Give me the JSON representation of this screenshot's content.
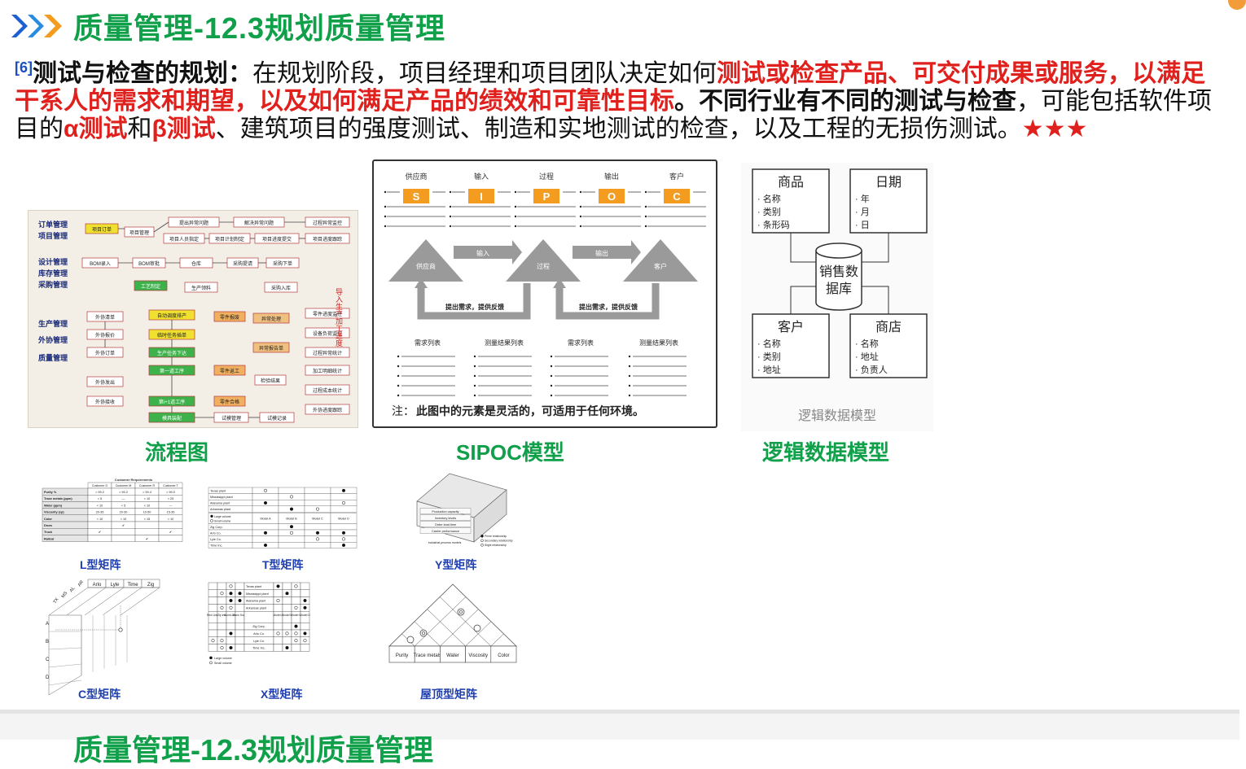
{
  "header": {
    "title": "质量管理-12.3规划质量管理",
    "accent_color": "#10a04a",
    "icon": "triple-chevron-icon"
  },
  "paragraph": {
    "ref": "[6]",
    "lead": "测试与检查的规划：",
    "text1": "在规划阶段，项目经理和项目团队决定如何",
    "red1": "测试或检查产品、可交付成果或服务，以满足干系人的需求和期望，以及如何满足产品的绩效和可靠性目标",
    "bold2": "。不同行业有不同的测试与检查",
    "text2": "，可能包括软件项目的",
    "red2": "α测试",
    "text3": "和",
    "red3": "β测试",
    "text4": "、建筑项目的强度测试、制造和实地测试的检查，以及工程的无损伤测试。",
    "stars": "★★★",
    "highlight_color": "#e0201c"
  },
  "captions": {
    "flow": "流程图",
    "sipoc": "SIPOC模型",
    "ldm": "逻辑数据模型",
    "l": "L型矩阵",
    "t": "T型矩阵",
    "y": "Y型矩阵",
    "c": "C型矩阵",
    "x": "X型矩阵",
    "roof": "屋顶型矩阵"
  },
  "flowchart": {
    "left_labels": [
      "订单管理",
      "项目管理",
      "设计管理",
      "库存管理",
      "采购管理",
      "生产管理",
      "外协管理",
      "质量管理"
    ],
    "nodes": [
      "项目订单",
      "项目管理",
      "提出异常问题",
      "解决异常问题",
      "过程异常监控",
      "项目人员指定",
      "项目计划制定",
      "项目进度提交",
      "项目进度跟踪",
      "BOM录入",
      "BOM审批",
      "仓库",
      "采购提请",
      "采购下单",
      "工艺制定",
      "生产领料",
      "采购入库",
      "零件进度监控",
      "外协清单",
      "自动调度排产",
      "零件报废",
      "异常处理",
      "设备负荷监控",
      "外协报价",
      "临时任务插单",
      "过程异常统计",
      "外协订单",
      "生产任务下达",
      "异常报告单",
      "加工明细统计",
      "外协发出",
      "第一道工序",
      "零件返工",
      "检验结果",
      "过程成本统计",
      "外协接收",
      "第i+1道工序",
      "零件合格",
      "外协进度跟踪",
      "模具装配",
      "试模管理",
      "试模记录"
    ],
    "vertical_note": "导入生产加工进度"
  },
  "sipoc": {
    "headers": [
      "供应商",
      "输入",
      "过程",
      "输出",
      "客户"
    ],
    "letters": [
      "S",
      "I",
      "P",
      "O",
      "C"
    ],
    "tri_labels": [
      "供应商",
      "过程",
      "客户"
    ],
    "arrow_labels": [
      "输入",
      "输出"
    ],
    "feedback": [
      "提出需求，提供反馈",
      "提出需求，提供反馈"
    ],
    "lists": [
      "需求列表",
      "测量结果列表",
      "需求列表",
      "测量结果列表"
    ],
    "note_prefix": "注：",
    "note": "此图中的元素是灵活的，可适用于任何环境。",
    "box_color": "#f39c1f"
  },
  "ldm": {
    "product": {
      "title": "商品",
      "items": [
        "· 名称",
        "· 类别",
        "· 条形码"
      ]
    },
    "date": {
      "title": "日期",
      "items": [
        "· 年",
        "· 月",
        "· 日"
      ]
    },
    "customer": {
      "title": "客户",
      "items": [
        "· 名称",
        "· 类别",
        "· 地址"
      ]
    },
    "store": {
      "title": "商店",
      "items": [
        "· 名称",
        "· 地址",
        "· 负责人"
      ]
    },
    "db_line1": "销售数",
    "db_line2": "据库",
    "footer": "逻辑数据模型"
  },
  "matrix_l": {
    "title": "Customer Requirements",
    "cols": [
      "Customer D",
      "Customer M",
      "Customer R",
      "Customer T"
    ],
    "rows": [
      "Purity %",
      "Trace metals (ppm)",
      "Water (ppm)",
      "Viscosity (cp)",
      "Color",
      "Drum",
      "Truck",
      "Railcar"
    ],
    "cells": [
      [
        "> 99.2",
        "> 99.2",
        "> 99.4",
        "> 99.0"
      ],
      [
        "< 5",
        "—",
        "< 10",
        "< 25"
      ],
      [
        "< 10",
        "< 5",
        "< 10",
        "—"
      ],
      [
        "20-35",
        "20-30",
        "10-50",
        "15-35"
      ],
      [
        "< 10",
        "< 10",
        "< 15",
        "< 10"
      ],
      [
        "",
        "✔",
        "",
        ""
      ],
      [
        "✔",
        "",
        "",
        "✔"
      ],
      [
        "",
        "",
        "✔",
        ""
      ]
    ]
  },
  "matrix_t": {
    "top_rows": [
      "Texas plant",
      "Mississippi plant",
      "Alabama plant",
      "Arkansas plant"
    ],
    "models": [
      "Model A",
      "Model B",
      "Model C",
      "Model D"
    ],
    "bottom_rows": [
      "Zig Corp.",
      "Arlo Co.",
      "Lyle Co.",
      "Time Inc."
    ],
    "legend": [
      "Large volume",
      "Small volume"
    ]
  },
  "matrix_y": {
    "rows": [
      "Production capacity",
      "Inventory levels",
      "Order lead time",
      "Carrier performance"
    ],
    "footer": "Industrial process models",
    "legend": [
      "Prime relationship",
      "Secondary relationship",
      "Slight relationship"
    ]
  },
  "matrix_c": {
    "top": [
      "Arlo",
      "Lyle",
      "Time",
      "Zig"
    ],
    "side": [
      "TX",
      "MS",
      "AL",
      "AR"
    ],
    "left": [
      "A",
      "B",
      "C",
      "D"
    ]
  },
  "matrix_x": {
    "plants": [
      "Texas plant",
      "Mississippi plant",
      "Alabama plant",
      "Arkansas plant"
    ],
    "custs": [
      "Zig Corp.",
      "Arlo Co.",
      "Lyle Co.",
      "Time Inc."
    ],
    "left_cols": [
      "Red Lines",
      "Zip Inc.",
      "World-wide",
      "Trans South"
    ],
    "models": [
      "Model A",
      "Model B",
      "Model C",
      "Model D"
    ],
    "legend": [
      "Large volume",
      "Small volume"
    ]
  },
  "matrix_roof": {
    "cols": [
      "Purity",
      "Trace metals",
      "Water",
      "Viscosity",
      "Color"
    ]
  },
  "footer_ghost": "质量管理-12.3规划质量管理"
}
